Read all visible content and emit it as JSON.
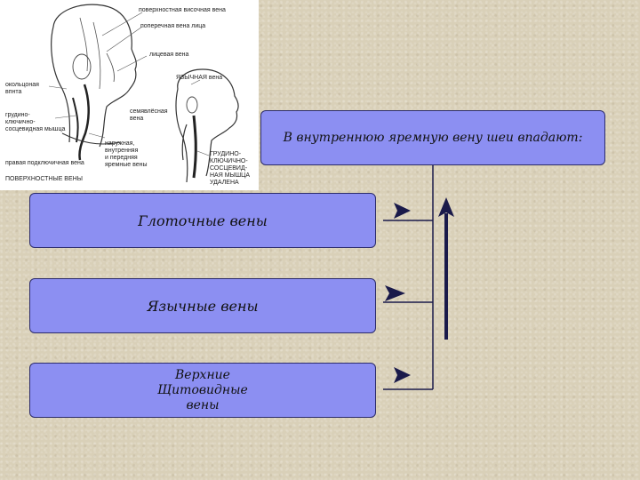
{
  "illustration": {
    "labels": {
      "superficial_temporal_vein": "поверхностная височная вена",
      "transverse_facial_vein": "поперечная вена лица",
      "facial_vein": "лицевая вена",
      "occipital_vein": "окольцоная\nвпнта",
      "sternocleidomastoid": "грудино-\nключично-\nсосцевидная мышца",
      "right_subclavian_vein": "правая подключичная вена",
      "superficial_veins": "ПОВЕРХНОСТНЫЕ ВЕНЫ",
      "lingual_vein": "ЯЗЫЧНАЯ вена",
      "cervical_vein": "семявлёсная\nвена",
      "external_internal_jugular": "наружная,\nвнутренняя\nи передняя\nяремные вены",
      "sternocleidomastoid_removed": "ГРУДИНО-\nКЛЮЧИЧНО-\nСОСЦЕВИД-\nНАЯ МЫШЦА\nУДАЛЕНА"
    }
  },
  "diagram": {
    "title": "В внутреннюю яремную вену шеи впадают:",
    "veins": [
      {
        "label": "Глоточные вены"
      },
      {
        "label": "Язычные вены"
      },
      {
        "label": "Верхние\nЩитовидные\nвены"
      }
    ],
    "colors": {
      "box_fill": "#8c8ff2",
      "box_border": "#2c2c6a",
      "arrow": "#1a1a4a"
    }
  }
}
